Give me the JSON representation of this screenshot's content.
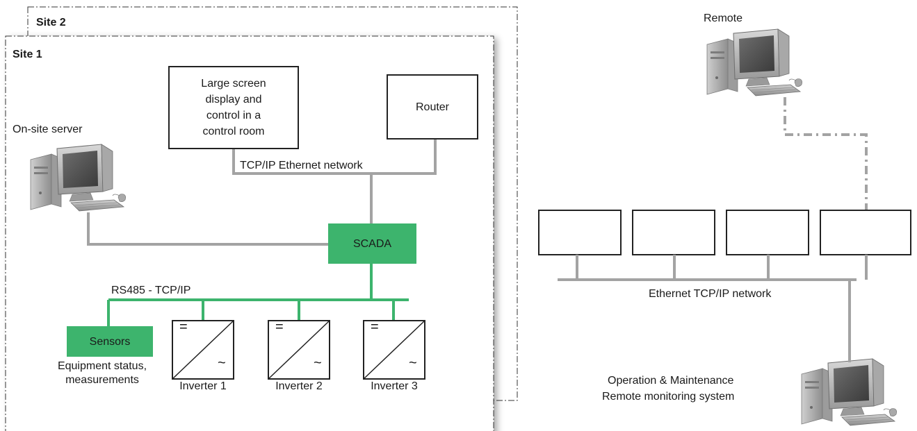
{
  "site2_label": "Site 2",
  "site1_label": "Site 1",
  "onsite_server_label": "On-site server",
  "large_screen_label": "Large screen\ndisplay and\ncontrol in a\ncontrol room",
  "router_label": "Router",
  "tcpip_ethernet_label": "TCP/IP Ethernet network",
  "scada_label": "SCADA",
  "rs485_label": "RS485 - TCP/IP",
  "sensors_label": "Sensors",
  "equipment_status_label": "Equipment status,",
  "measurements_label": "measurements",
  "inverter1_label": "Inverter 1",
  "inverter2_label": "Inverter 2",
  "inverter3_label": "Inverter 3",
  "inverter_dc_symbol": "=",
  "inverter_ac_symbol": "~",
  "remote_label": "Remote",
  "ethernet_network_label": "Ethernet TCP/IP network",
  "om_line1": "Operation & Maintenance",
  "om_line2": "Remote monitoring system",
  "colors": {
    "green": "#3db46d",
    "gray_line": "#a3a3a3",
    "border": "#222222"
  },
  "icons": [
    "computer-icon",
    "inverter-symbol-icon"
  ]
}
